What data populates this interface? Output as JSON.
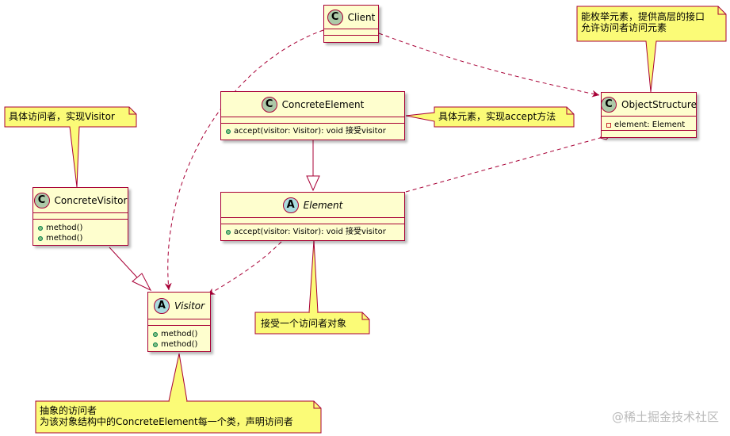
{
  "diagram": {
    "classes": {
      "client": {
        "badge": "C",
        "name": "Client",
        "members": []
      },
      "object_structure": {
        "badge": "C",
        "name": "ObjectStructure",
        "members": [
          "element: Element"
        ]
      },
      "concrete_element": {
        "badge": "C",
        "name": "ConcreteElement",
        "members": [
          "accept(visitor: Visitor): void 接受visitor"
        ]
      },
      "element": {
        "badge": "A",
        "name": "Element",
        "members": [
          "accept(visitor: Visitor): void 接受visitor"
        ]
      },
      "concrete_visitor": {
        "badge": "C",
        "name": "ConcreteVisitor",
        "members": [
          "method()",
          "method()"
        ]
      },
      "visitor": {
        "badge": "A",
        "name": "Visitor",
        "members": [
          "method()",
          "method()"
        ]
      }
    },
    "notes": {
      "object_structure_note": [
        "能枚举元素，提供高层的接口",
        "允许访问者访问元素"
      ],
      "concrete_element_note": [
        "具体元素，实现accept方法"
      ],
      "concrete_visitor_note": [
        "具体访问者，实现Visitor"
      ],
      "element_note": [
        "接受一个访问者对象"
      ],
      "visitor_note": [
        "抽象的访问者",
        "为该对象结构中的ConcreteElement每一个类，声明访问者"
      ]
    },
    "watermark": "@稀土掘金技术社区"
  },
  "colors": {
    "border": "#a80036",
    "class_fill": "#fefece",
    "note_fill": "#fbfb77",
    "badge_class": "#adc9a8",
    "badge_abstract": "#a9dcdf"
  }
}
